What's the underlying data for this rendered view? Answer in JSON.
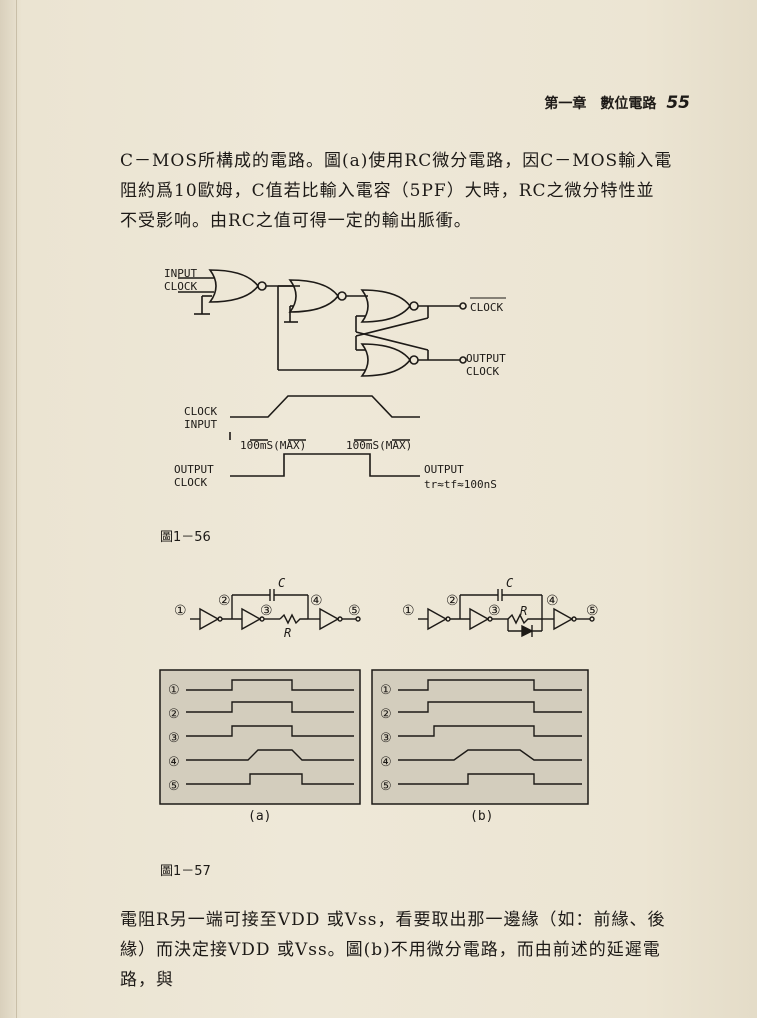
{
  "header": {
    "chapter": "第一章　數位電路",
    "page_number": "55"
  },
  "paragraph_1": {
    "lines": [
      "C－MOS所構成的電路。圖(a)使用RC微分電路，因C－MOS輸入電",
      "阻約爲10歐姆，C值若比輸入電容（5PF）大時，RC之微分特性並",
      "不受影响。由RC之值可得一定的輸出脈衝。"
    ]
  },
  "figure_1_56": {
    "caption": "圖1－56",
    "labels": {
      "input_clock_1": "INPUT",
      "input_clock_2": "CLOCK",
      "clock_bar": "CLOCK",
      "output_clock_1": "OUTPUT",
      "output_clock_2": "CLOCK",
      "wave_clock_input_1": "CLOCK",
      "wave_clock_input_2": "INPUT",
      "timing_1": "100mS(MAX)",
      "timing_2": "100mS(MAX)",
      "wave_output_1": "OUTPUT",
      "wave_output_2": "CLOCK",
      "wave_output_note_1": "OUTPUT",
      "wave_output_note_2": "tr≈tf≈100nS"
    }
  },
  "figure_1_57": {
    "caption": "圖1－57",
    "circuit_a": {
      "nodes": [
        "①",
        "②",
        "③",
        "④",
        "⑤"
      ],
      "cap": "C",
      "res": "R"
    },
    "circuit_b": {
      "nodes": [
        "①",
        "②",
        "③",
        "④",
        "⑤"
      ],
      "cap": "C",
      "res": "R"
    },
    "scope_a": {
      "channels": [
        "①",
        "②",
        "③",
        "④",
        "⑤"
      ],
      "label": "(a)"
    },
    "scope_b": {
      "channels": [
        "①",
        "②",
        "③",
        "④",
        "⑤"
      ],
      "label": "(b)"
    }
  },
  "paragraph_2": {
    "lines": [
      "電阻R另一端可接至VDD 或Vss，看要取出那一邊緣（如：前緣、後",
      "緣）而決定接VDD 或Vss。圖(b)不用微分電路，而由前述的延遲電路，與"
    ]
  }
}
